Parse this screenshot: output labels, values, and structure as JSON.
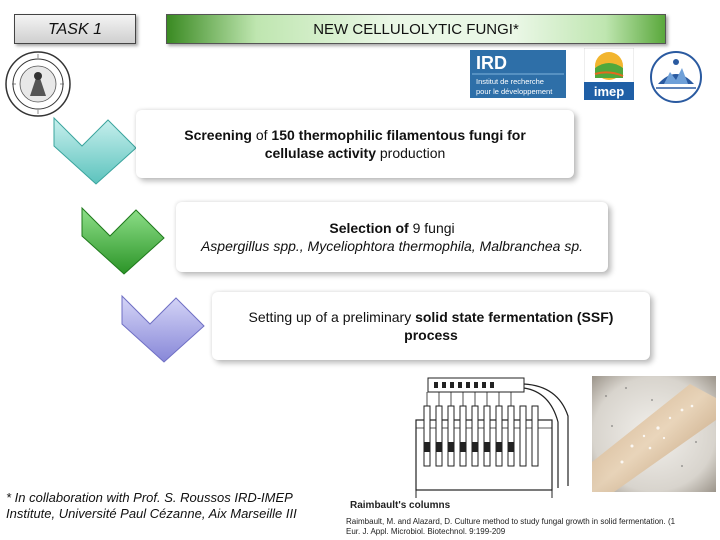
{
  "header": {
    "task_label": "TASK 1",
    "title": "NEW CELLULOLYTIC FUNGI*"
  },
  "logos": {
    "ird": {
      "name": "IRD",
      "line1": "Institut de recherche",
      "line2": "pour le développement"
    },
    "imep": {
      "name": "imep"
    }
  },
  "steps": [
    {
      "line1_normal_a": "Screening ",
      "line1_normal_b": "of ",
      "line1_bold": "150 thermophilic filamentous fungi for",
      "line2_bold": "cellulase activity",
      "line2_normal": " production",
      "chevron_color": "#7fd3cf"
    },
    {
      "line1_bold": "Selection of ",
      "line1_normal": "9 fungi",
      "line2_italic": "Aspergillus spp., Myceliophtora thermophila, Malbranchea sp.",
      "chevron_color": "#3aa832"
    },
    {
      "line1_normal": "Setting up of a preliminary ",
      "line1_bold": "solid state fermentation (SSF)",
      "line2_bold": "process",
      "chevron_color": "#9c9ce6"
    }
  ],
  "footnote": "* In collaboration with Prof. S. Roussos IRD-IMEP Institute, Université Paul Cézanne, Aix Marseille III",
  "caption": {
    "title": "Raimbault's columns",
    "ref_line1": "Raimbault, M. and Alazard, D. Culture method to study fungal growth in solid fermentation. (1",
    "ref_line2": "Eur. J. Appl. Microbiol. Biotechnol. 9:199-209"
  }
}
